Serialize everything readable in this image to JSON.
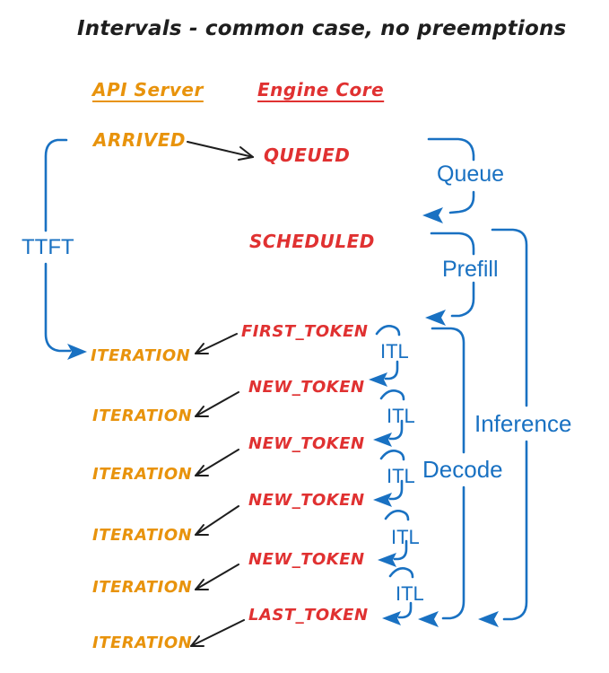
{
  "title": "Intervals - common case, no preemptions",
  "palette": {
    "orange": "#e8930c",
    "red": "#e03131",
    "blue": "#1971c2",
    "ink": "#1e1e1e"
  },
  "columns": {
    "api_server": "API Server",
    "engine_core": "Engine Core"
  },
  "api_server": {
    "arrived": "ARRIVED",
    "iterations": [
      "ITERATION",
      "ITERATION",
      "ITERATION",
      "ITERATION",
      "ITERATION",
      "ITERATION"
    ]
  },
  "engine_core": {
    "queued": "QUEUED",
    "scheduled": "SCHEDULED",
    "first_token": "FIRST_TOKEN",
    "new_tokens": [
      "NEW_TOKEN",
      "NEW_TOKEN",
      "NEW_TOKEN",
      "NEW_TOKEN"
    ],
    "last_token": "LAST_TOKEN"
  },
  "intervals": {
    "ttft": "TTFT",
    "queue": "Queue",
    "prefill": "Prefill",
    "decode": "Decode",
    "inference": "Inference",
    "itl": [
      "ITL",
      "ITL",
      "ITL",
      "ITL",
      "ITL"
    ]
  }
}
